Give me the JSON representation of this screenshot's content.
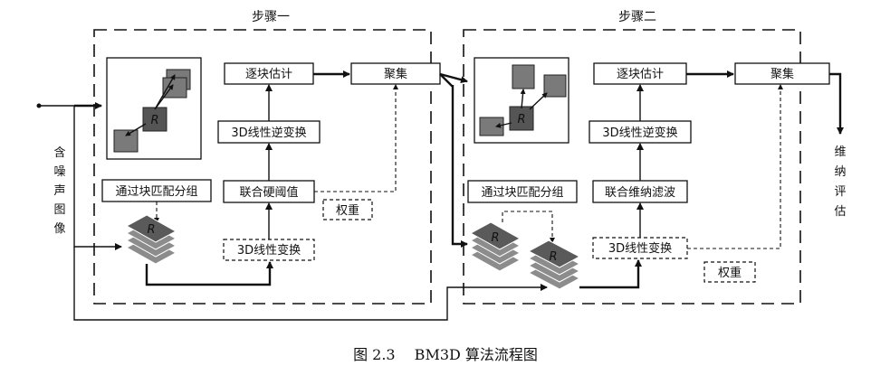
{
  "stage1": {
    "title": "步骤一"
  },
  "stage2": {
    "title": "步骤二"
  },
  "input_label": [
    "含",
    "噪",
    "声",
    "图",
    "像"
  ],
  "output_label": [
    "维",
    "纳",
    "评",
    "估"
  ],
  "patch_label": "R",
  "stack_label": "R",
  "step1": {
    "block_match": "通过块匹配分组",
    "transform": "3D线性变换",
    "threshold": "联合硬阈值",
    "inverse": "3D线性逆变换",
    "estimate": "逐块估计",
    "aggregate": "聚集",
    "weight": "权重"
  },
  "step2": {
    "block_match": "通过块匹配分组",
    "transform": "3D线性变换",
    "wiener": "联合维纳滤波",
    "inverse": "3D线性逆变换",
    "estimate": "逐块估计",
    "aggregate": "聚集",
    "weight": "权重"
  },
  "caption": "图 2.3　 BM3D 算法流程图"
}
